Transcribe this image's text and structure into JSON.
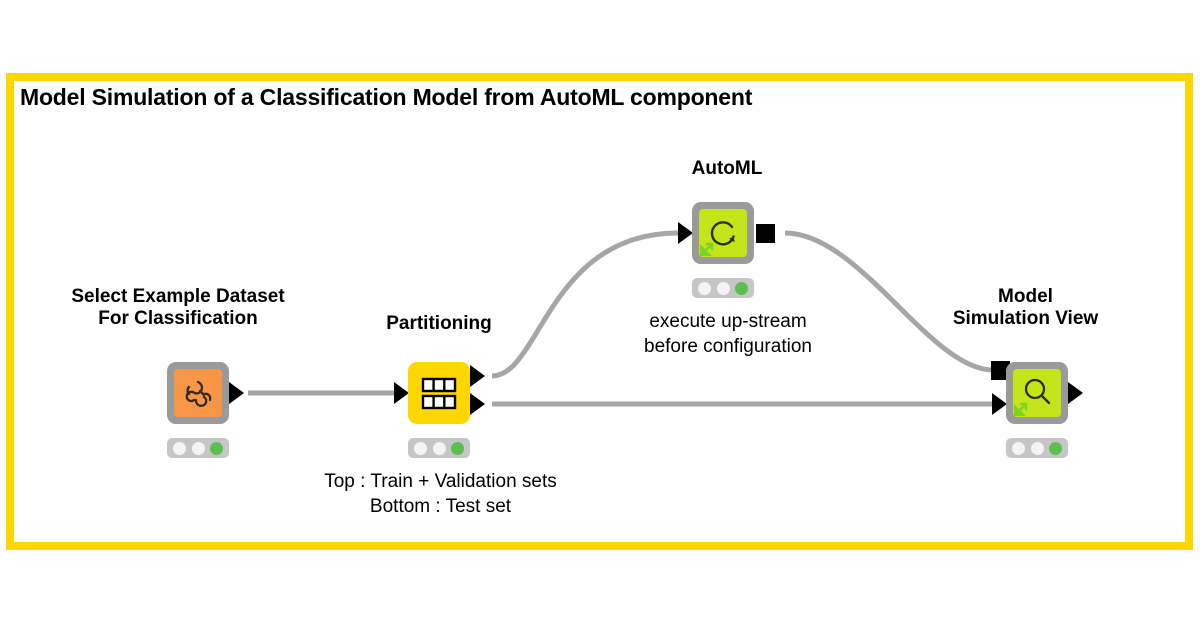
{
  "workflow": {
    "title": "Model Simulation of a Classification Model from AutoML component",
    "frame_color": "#FFD700",
    "background_color": "#FFFFFF"
  },
  "nodes": [
    {
      "id": "select-example-dataset",
      "label_line1": "Select Example Dataset",
      "label_line2": "For Classification",
      "icon": "dataset-scribble-icon",
      "node_type": "component",
      "color": "#F79646",
      "status": "executed",
      "status_dots": [
        "idle",
        "idle",
        "green"
      ]
    },
    {
      "id": "partitioning",
      "label_line1": "Partitioning",
      "label_line2": "",
      "icon": "table-split-icon",
      "node_type": "node",
      "color": "#FFD700",
      "status": "executed",
      "status_dots": [
        "idle",
        "idle",
        "green"
      ]
    },
    {
      "id": "automl",
      "label_line1": "AutoML",
      "label_line2": "",
      "icon": "loop-circular-arrow-icon",
      "node_type": "component",
      "color": "#C3E519",
      "status": "executed",
      "status_dots": [
        "idle",
        "idle",
        "green"
      ]
    },
    {
      "id": "model-simulation-view",
      "label_line1": "Model",
      "label_line2": "Simulation View",
      "icon": "magnifier-icon",
      "node_type": "component",
      "color": "#C3E519",
      "status": "executed",
      "status_dots": [
        "idle",
        "idle",
        "green"
      ]
    }
  ],
  "annotations": {
    "automl_note_line1": "execute up-stream",
    "automl_note_line2": "before configuration",
    "partitioning_note_line1": "Top : Train + Validation sets",
    "partitioning_note_line2": "Bottom : Test set"
  },
  "colors": {
    "frame_yellow": "#FFD700",
    "node_yellow": "#FFD700",
    "component_orange": "#F79646",
    "component_lime": "#C3E519",
    "component_border_grey": "#9A9A9A",
    "connection_grey": "#A6A6A6",
    "status_green": "#5BBF4E",
    "port_black": "#000000"
  }
}
